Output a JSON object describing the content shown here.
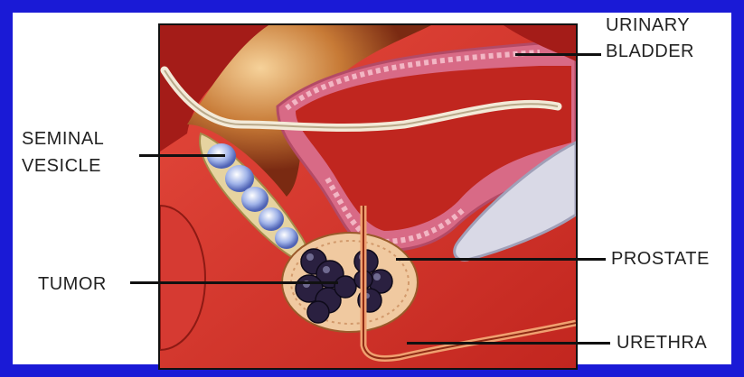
{
  "labels": {
    "urinary_bladder_line1": "URINARY",
    "urinary_bladder_line2": "BLADDER",
    "seminal_vesicle_line1": "SEMINAL",
    "seminal_vesicle_line2": "VESICLE",
    "tumor": "TUMOR",
    "prostate": "PROSTATE",
    "urethra": "URETHRA"
  },
  "colors": {
    "background": "#1a1ad6",
    "panel": "#ffffff",
    "tissue": "#d9352f",
    "bladder_wall": "#e8a0b0",
    "tumor": "#2a2040",
    "seminal_vesicle": "#7f93d6",
    "prostate": "#f0c9a0"
  }
}
